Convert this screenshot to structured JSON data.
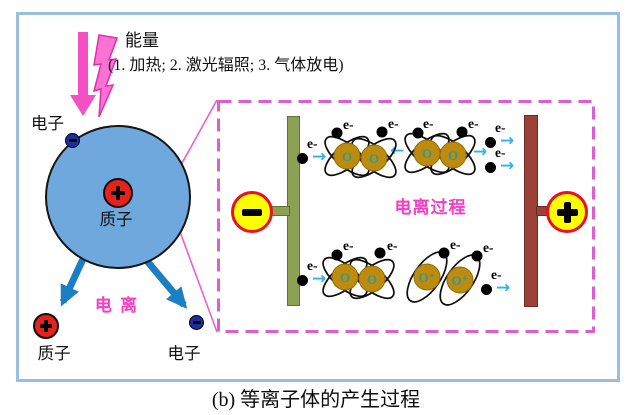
{
  "energy": {
    "label": "能量",
    "methods": "(1. 加热; 2. 激光辐照; 3. 气体放电)"
  },
  "atom": {
    "electron": "电子",
    "proton": "质子"
  },
  "products": {
    "process": "电 离",
    "proton": "质子",
    "electron": "电子"
  },
  "box": {
    "title": "电离过程",
    "electron": "e-",
    "oxygen": "O",
    "oxygen_ion": "O⁺"
  },
  "caption": "(b) 等离子体的产生过程",
  "colors": {
    "frame_border": "#99BEDF",
    "energy_pink": "#F450C4",
    "atom_blue": "#6FA8DC",
    "proton_red": "#E8211C",
    "electron_navy": "#1B2FA0",
    "ionize_arrow_blue": "#1B7FC4",
    "magenta_text": "#F53FC3",
    "dashed_border": "#DA5FD0",
    "cathode_green": "#8EA054",
    "anode_brown": "#9C4137",
    "terminal_yellow": "#FFFF00",
    "terminal_ring": "#E81123",
    "nucleus_gold": "#BD8B0D",
    "nucleus_text_teal": "#2E9999",
    "cyan_arrow": "#2FB3E8"
  }
}
